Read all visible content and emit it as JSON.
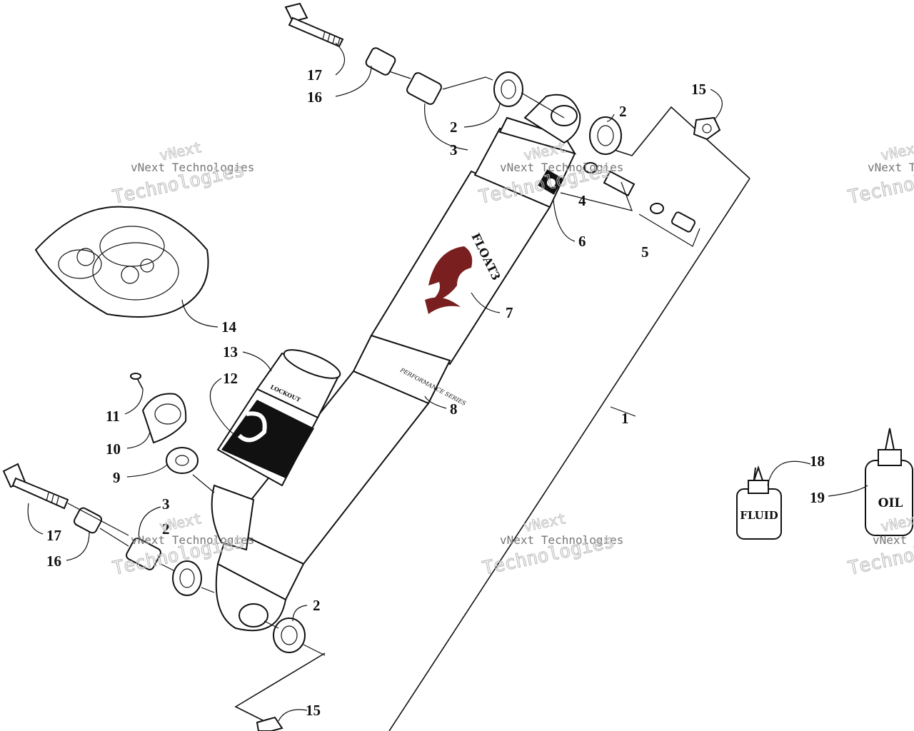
{
  "callouts": {
    "c1": "1",
    "c2a": "2",
    "c2b": "2",
    "c2c": "2",
    "c2d": "2",
    "c3a": "3",
    "c3b": "3",
    "c4": "4",
    "c5": "5",
    "c6": "6",
    "c7": "7",
    "c8": "8",
    "c9": "9",
    "c10": "10",
    "c11": "11",
    "c12": "12",
    "c13": "13",
    "c14": "14",
    "c15a": "15",
    "c15b": "15",
    "c16a": "16",
    "c16b": "16",
    "c17a": "17",
    "c17b": "17",
    "c18": "18",
    "c19": "19"
  },
  "labels": {
    "fluid": "FLUID",
    "oil": "OIL",
    "brand_vertical": "FLOAT3",
    "performance_band": "PERFORMANCE SERIES",
    "lockout": "LOCKOUT"
  },
  "watermark": {
    "line1": "vNext Technologies",
    "line2": "Technologies",
    "line0": "vNext"
  },
  "colors": {
    "ink": "#111111",
    "fox_logo": "#7a1f1f",
    "watermark": "#bbbbbb"
  }
}
